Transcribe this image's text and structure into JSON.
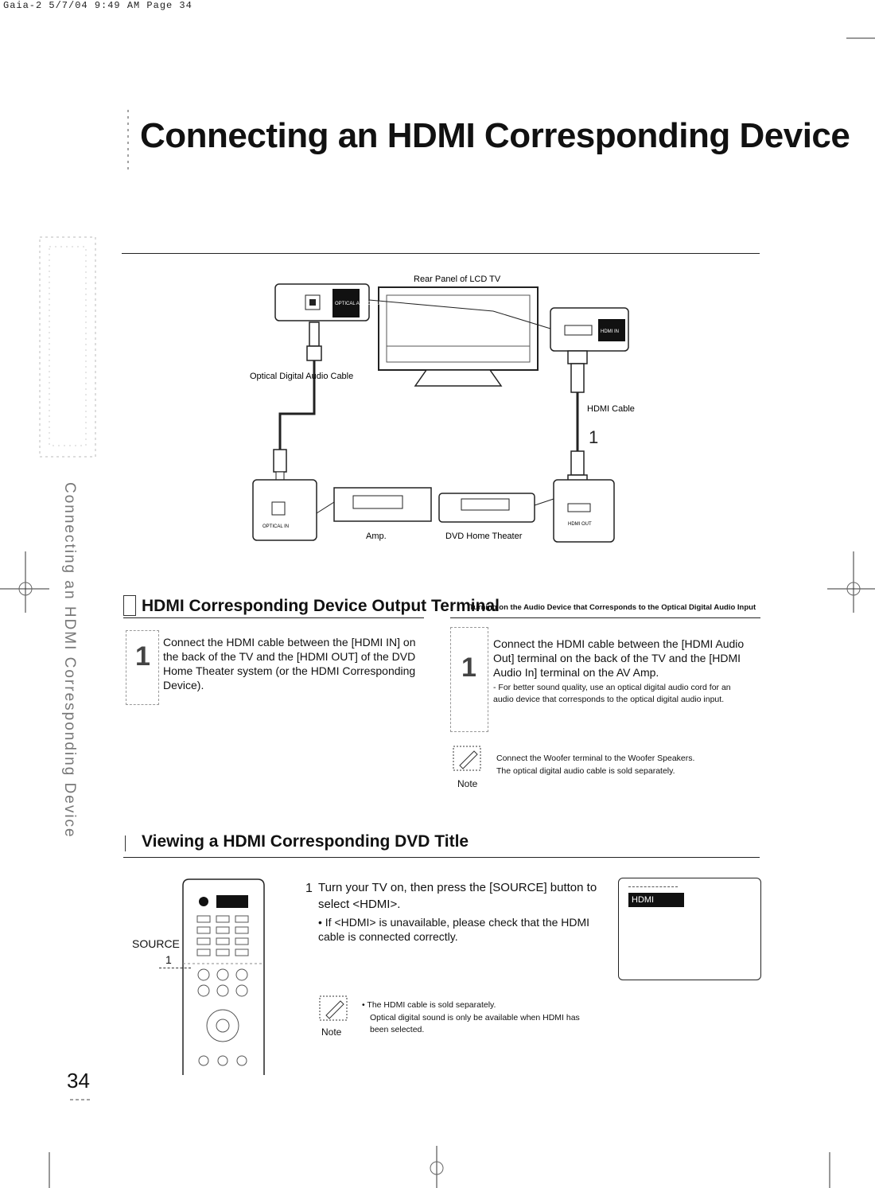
{
  "print_header": "Gaia-2  5/7/04  9:49 AM  Page 34",
  "page_title": "Connecting an HDMI Corresponding Device",
  "side_tab_text": "Connecting an HDMI Corresponding Device",
  "diagram": {
    "rear_panel_label": "Rear Panel of LCD TV",
    "optical_cable_label": "Optical Digital Audio Cable",
    "optical_out_label": "OPTICAL AUDIO OUT",
    "hdmi_in_label": "HDMI IN",
    "hdmi_cable_label": "HDMI Cable",
    "optical_in_label": "OPTICAL IN",
    "amp_label": "Amp.",
    "dvd_label": "DVD Home Theater",
    "hdmi_out_label": "HDMI OUT",
    "step_marker": "1"
  },
  "section_output_terminal": {
    "heading": "HDMI Corresponding Device Output Terminal",
    "step_number": "1",
    "text": "Connect the HDMI cable between the [HDMI IN] on the back of the TV and the [HDMI OUT] of the DVD Home Theater system (or the HDMI Corresponding Device)."
  },
  "section_optical_input": {
    "heading": "Turning on the Audio Device that Corresponds to the Optical Digital Audio Input",
    "step_number": "1",
    "text": "Connect the HDMI cable between the [HDMI Audio Out] terminal on the back of the TV and the [HDMI Audio In] terminal on the AV Amp.",
    "bullet": "- For better sound quality, use an optical digital audio cord for an audio device that corresponds to the optical digital audio input.",
    "note_label": "Note",
    "note_lines": [
      "Connect the Woofer terminal to the Woofer Speakers.",
      "The optical digital audio cable is sold separately."
    ]
  },
  "section_viewing": {
    "heading": "Viewing a HDMI Corresponding DVD Title",
    "source_label": "SOURCE",
    "source_number": "1",
    "step_number": "1",
    "step_text": "Turn your TV on, then press the [SOURCE] button to select <HDMI>.",
    "bullet": "• If <HDMI> is unavailable, please check that the HDMI cable is connected correctly.",
    "screen_label": "HDMI",
    "note_label": "Note",
    "note_lines": [
      "• The HDMI cable is sold separately.",
      "Optical digital sound is only be available when HDMI has been selected."
    ]
  },
  "page_number": "34"
}
